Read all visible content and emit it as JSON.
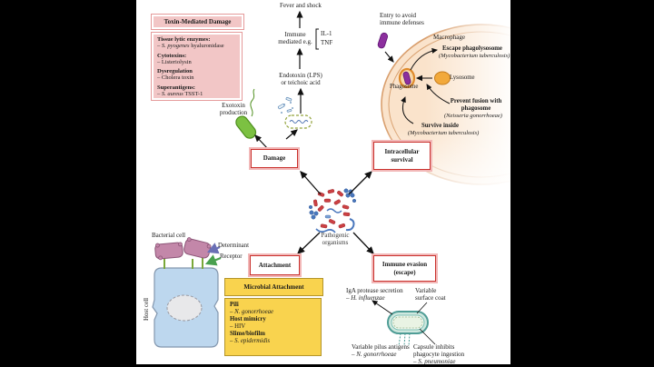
{
  "toxin_panel": {
    "title": "Toxin-Mediated Damage",
    "s1_head": "Tissue lytic enzymes:",
    "s1_dash": "– ",
    "s1_species": "S. pyogenes",
    "s1_rest": " hyaluronidase",
    "s2_head": "Cytotoxins:",
    "s2_item": "– Listeriolysin",
    "s3_head": "Dysregulation",
    "s3_item": "– Cholera toxin",
    "s4_head": "Superantigens:",
    "s4_dash": "– ",
    "s4_species": "S. aureus",
    "s4_rest": " TSST-1"
  },
  "toxin_chain": {
    "fever": "Fever and shock",
    "immune_1": "Immune",
    "immune_2": "mediated e.g.",
    "cytokine_1": "IL-1",
    "cytokine_2": "TNF",
    "endotoxin_1": "Endotoxin (LPS)",
    "endotoxin_2": "or teichoic acid",
    "exotoxin_1": "Exotoxin",
    "exotoxin_2": "production"
  },
  "center": {
    "label_1": "Pathogenic",
    "label_2": "organisms"
  },
  "boxes": {
    "damage": "Damage",
    "intracellular_1": "Intracellular",
    "intracellular_2": "survival",
    "attachment": "Attachment",
    "evasion_1": "Immune evasion",
    "evasion_2": "(escape)"
  },
  "macrophage": {
    "entry_1": "Entry to avoid",
    "entry_2": "immune defenses",
    "label": "Macrophage",
    "escape_head": "Escape phagolysosome",
    "escape_sub": "(Mycobacterium tuberculosis)",
    "phagosome": "Phagosome",
    "lysosome": "Lysosome",
    "prevent_1": "Prevent fusion with",
    "prevent_2": "phagosome",
    "prevent_sub": "(Neisseria gonorrhoeae)",
    "survive": "Survive inside",
    "survive_sub": "(Mycobacterium tuberculosis)"
  },
  "attachment_area": {
    "bacterial_cell": "Bacterial cell",
    "determinant": "Determinant",
    "receptor": "Receptor",
    "host_cell": "Host cell",
    "panel_title": "Microbial Attachment",
    "pili_head": "Pili",
    "pili_dash": "– ",
    "pili_species": "N. gonorrhoeae",
    "mimicry_head": "Host mimicry",
    "mimicry_item": "– HIV",
    "slime_head": "Slime/biofilm",
    "slime_dash": "– ",
    "slime_species": "S. epidermidis"
  },
  "evasion_area": {
    "iga_head": "IgA protease secretion",
    "iga_dash": "– ",
    "iga_species": "H. influenzae",
    "coat_1": "Variable",
    "coat_2": "surface coat",
    "pilus_head": "Variable pilus antigens",
    "pilus_dash": "– ",
    "pilus_species": "N. gonorrhoeae",
    "capsule_1": "Capsule inhibits",
    "capsule_2": "phagocyte ingestion",
    "capsule_dash": "– ",
    "capsule_species": "S. pneumoniae"
  },
  "colors": {
    "red_box_border": "#c9302c",
    "red_box_glow": "#f2b8b8",
    "pink_panel": "#f2c6c6",
    "yellow_panel": "#f9d34e",
    "macrophage_fill": "#fae3cb",
    "macrophage_border": "#d99f6e",
    "lysosome_orange": "#f2a93b",
    "bacterium_purple": "#8c2f9e",
    "bacterium_green": "#7cc142",
    "host_cell_blue": "#bdd7ee",
    "bacterium_mauve": "#c387a9",
    "capsule_teal": "#4f9d96",
    "pathogen_red": "#cc4043",
    "pathogen_blue": "#4a77bd"
  }
}
